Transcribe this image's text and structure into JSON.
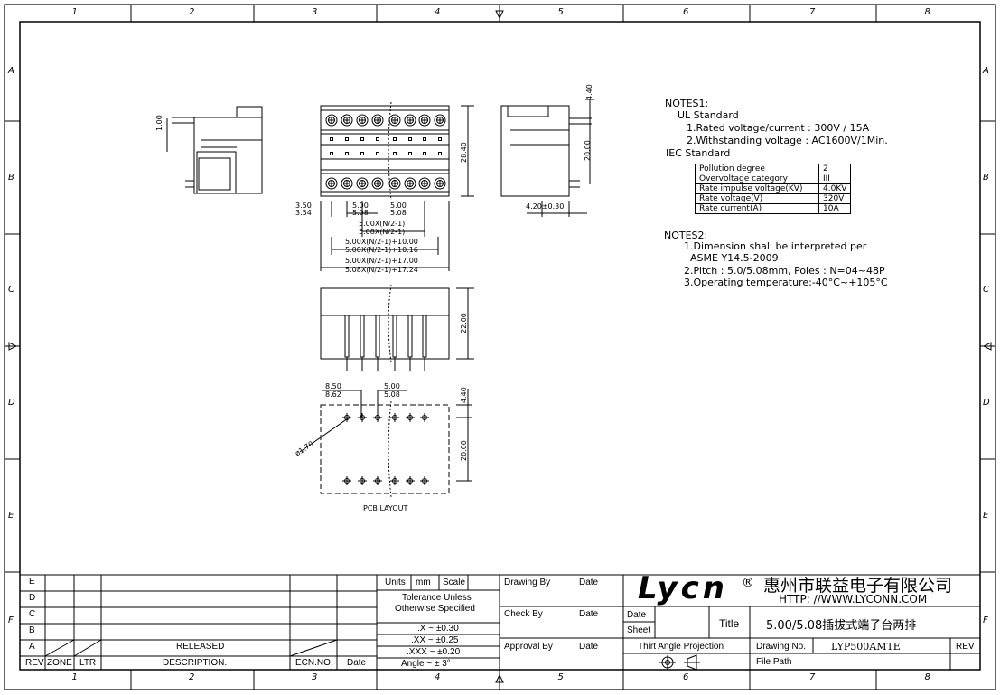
{
  "zones": {
    "columns": [
      "1",
      "2",
      "3",
      "4",
      "5",
      "6",
      "7",
      "8"
    ],
    "rows": [
      "A",
      "B",
      "C",
      "D",
      "E",
      "F"
    ]
  },
  "notes1": {
    "heading": "NOTES1:",
    "ul_standard": "UL Standard",
    "lines": [
      "1.Rated voltage/current : 300V / 15A",
      "2.Withstanding voltage : AC1600V/1Min."
    ],
    "iec_standard": "IEC Standard",
    "table": [
      [
        "Pollution degree",
        "2"
      ],
      [
        "Overvoltage category",
        "III"
      ],
      [
        "Rate impulse voltage(KV)",
        "4.0KV"
      ],
      [
        "Rate voltage(V)",
        "320V"
      ],
      [
        "Rate current(A)",
        "10A"
      ]
    ]
  },
  "notes2": {
    "heading": "NOTES2:",
    "lines": [
      "1.Dimension shall be interpreted per",
      "ASME Y14.5-2009",
      "2.Pitch : 5.0/5.08mm, Poles : N=04~48P",
      "3.Operating temperature:-40°C~+105°C"
    ]
  },
  "dimensions": {
    "side_pin": "1.00",
    "top_height": "28.40",
    "left_350": "3.50",
    "left_354": "3.54",
    "pitch_a1": "5.00",
    "pitch_a2": "5.08",
    "pitch_b1": "5.00",
    "pitch_b2": "5.08",
    "span1": "5.00X(N/2-1)",
    "span2": "5.08X(N/2-1)",
    "span3": "5.00X(N/2-1)+10.00",
    "span4": "5.08X(N/2-1)+10.16",
    "span5": "5.00X(N/2-1)+17.00",
    "span6": "5.08X(N/2-1)+17.24",
    "right_440": "4.40",
    "right_2000": "20.00",
    "right_420": "4.20±0.30",
    "front_2200": "22.00",
    "pcb_850": "8.50",
    "pcb_862": "8.62",
    "pcb_500": "5.00",
    "pcb_508": "5.08",
    "pcb_440": "4.40",
    "pcb_2000": "20.00",
    "pcb_hole": "ø1.70",
    "pcb_label": "PCB LAYOUT"
  },
  "title_block": {
    "rev_rows": [
      "E",
      "D",
      "C",
      "B",
      "A"
    ],
    "released": "RELEASED",
    "hdr_rev": "REV",
    "hdr_zone": "ZONE",
    "hdr_ltr": "LTR",
    "hdr_desc": "DESCRIPTION.",
    "hdr_ecn": "ECN.NO.",
    "hdr_date": "Date",
    "units": "Units",
    "mm": "mm",
    "scale": "Scale",
    "tol1": "Tolerance Unless",
    "tol2": "Otherwise Specified",
    "tol_x": ".X  ~  ±0.30",
    "tol_xx": ".XX  ~  ±0.25",
    "tol_xxx": ".XXX  ~  ±0.20",
    "tol_angle": "Angle  ~  ± 3°",
    "drawing_by": "Drawing By",
    "check_by": "Check  By",
    "approval_by": "Approval By",
    "date": "Date",
    "logo": "Lycn",
    "reg": "®",
    "company": "惠州市联益电子有限公司",
    "url": "HTTP: //WWW.LYCONN.COM",
    "date_label": "Date",
    "sheet_label": "Sheet",
    "title_label": "Title",
    "title_value": "5.00/5.08插拔式端子台两排",
    "projection": "Thirt Angle Projection",
    "drawing_no_label": "Drawing No.",
    "drawing_no": "LYP500AMTE",
    "rev_label": "REV",
    "file_path": "File Path"
  }
}
